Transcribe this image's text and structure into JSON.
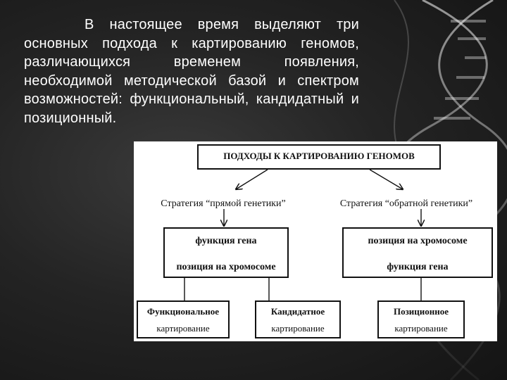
{
  "intro_text": "В настоящее время выделяют три основных подхода к картированию геномов, различающихся временем появления, необходимой методической базой и спектром возможностей: функциональный, кандидатный и позиционный.",
  "diagram": {
    "title": "ПОДХОДЫ К КАРТИРОВАНИЮ ГЕНОМОВ",
    "strategy_forward": "Стратегия “прямой генетики”",
    "strategy_reverse": "Стратегия “обратной генетики”",
    "left_box": {
      "top": "функция гена",
      "bottom": "позиция на хромосоме"
    },
    "right_box": {
      "top": "позиция на хромосоме",
      "bottom": "функция гена"
    },
    "mapping": {
      "functional": {
        "line1": "Функциональное",
        "line2": "картирование"
      },
      "candidate": {
        "line1": "Кандидатное",
        "line2": "картирование"
      },
      "positional": {
        "line1": "Позиционное",
        "line2": "картирование"
      }
    }
  }
}
